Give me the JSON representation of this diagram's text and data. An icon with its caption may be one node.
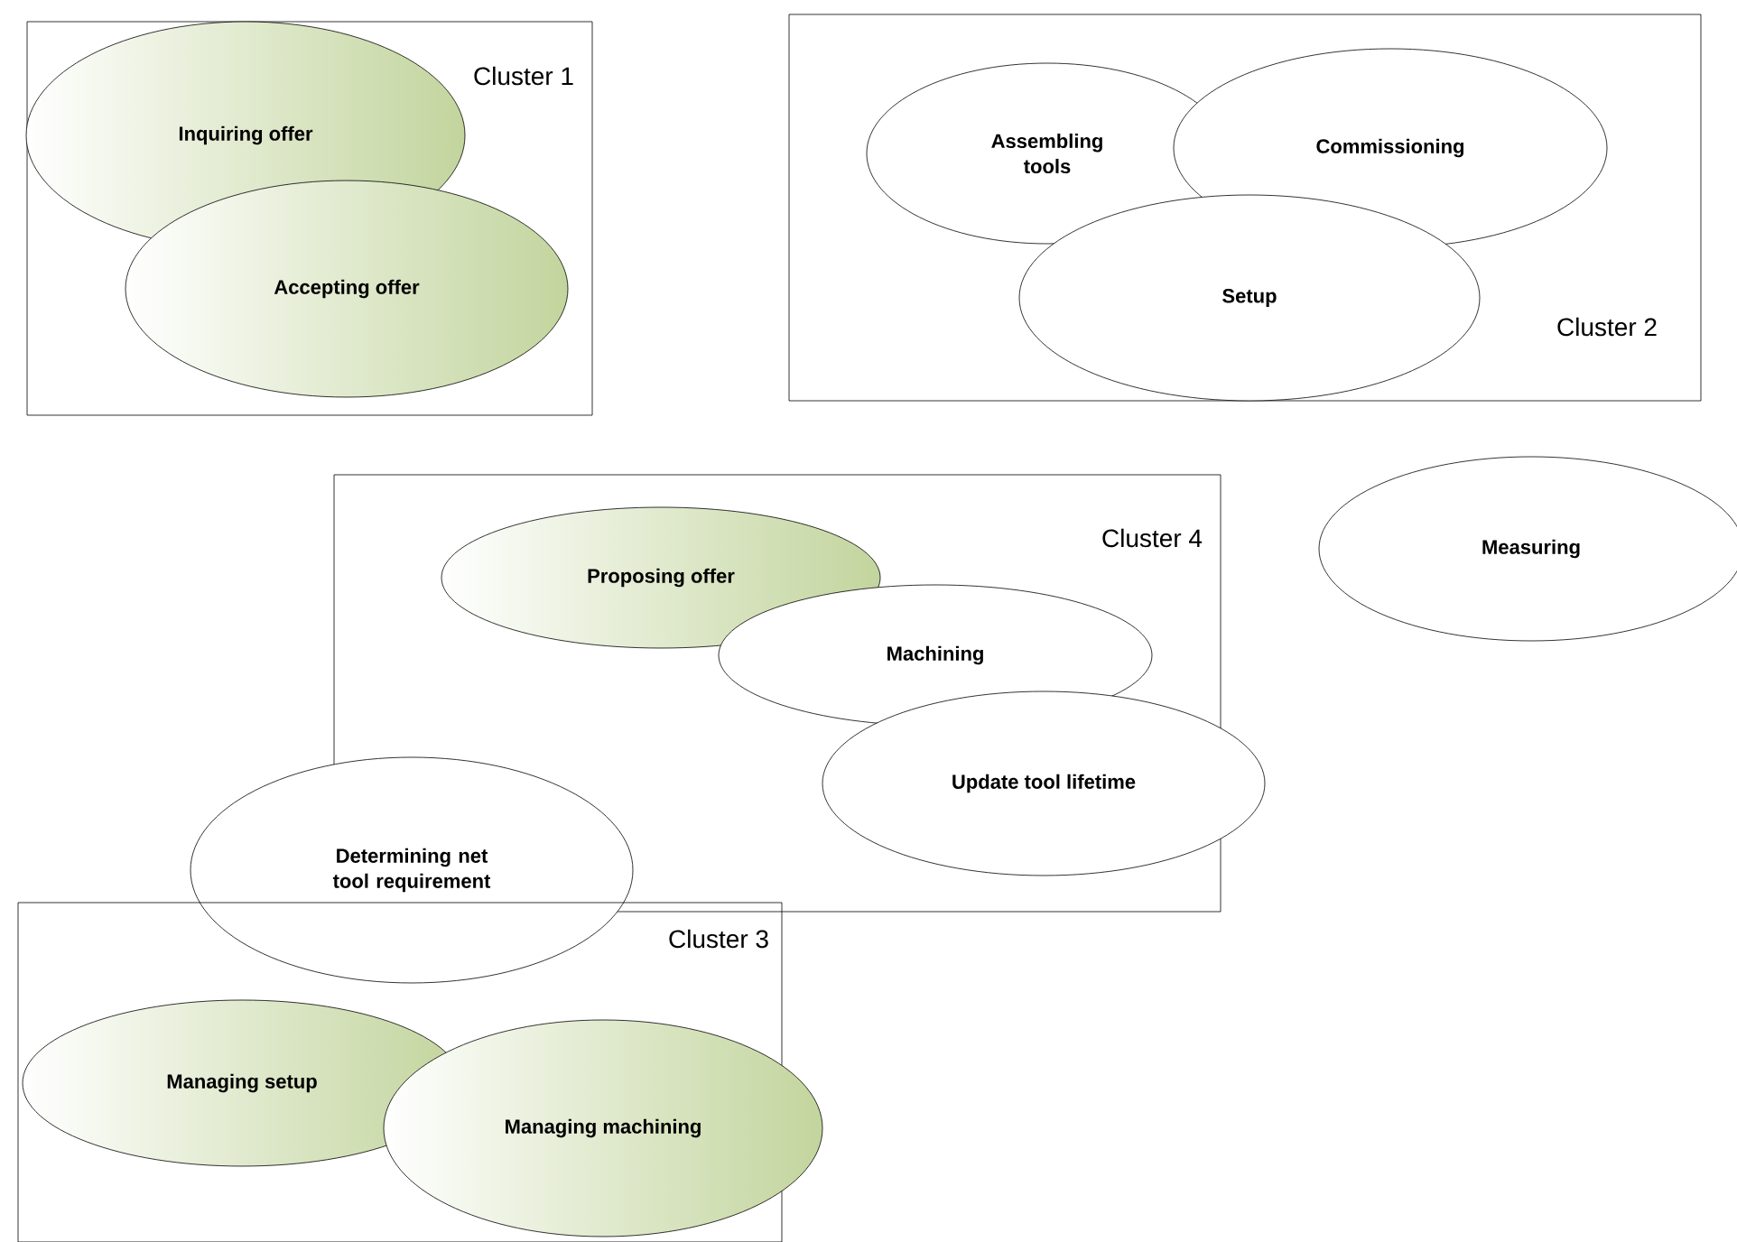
{
  "diagram": {
    "nodes": [
      {
        "text": [
          "Cluster 1"
        ]
      },
      {
        "text": [
          "Inquiring offer"
        ],
        "in": 0
      },
      {
        "text": [
          "Accepting offer"
        ],
        "in": 0
      },
      {
        "text": [
          "Cluster 2"
        ]
      },
      {
        "text": [
          "Assembling tools"
        ],
        "in": 3
      },
      {
        "text": [
          "Commissioning"
        ],
        "in": 3
      },
      {
        "text": [
          "Setup"
        ],
        "in": 3
      },
      {
        "text": [
          "Cluster 4"
        ]
      },
      {
        "text": [
          "Proposing offer"
        ],
        "in": 7
      },
      {
        "text": [
          "Machining"
        ],
        "in": 7
      },
      {
        "text": [
          "Update tool lifetime"
        ]
      },
      {
        "text": [
          "Measuring"
        ]
      },
      {
        "text": [
          "Determining net tool requirement"
        ]
      },
      {
        "text": [
          "Cluster 3"
        ]
      },
      {
        "text": [
          "Managing setup"
        ],
        "in": 13
      },
      {
        "text": [
          "Managing machining"
        ]
      }
    ]
  }
}
